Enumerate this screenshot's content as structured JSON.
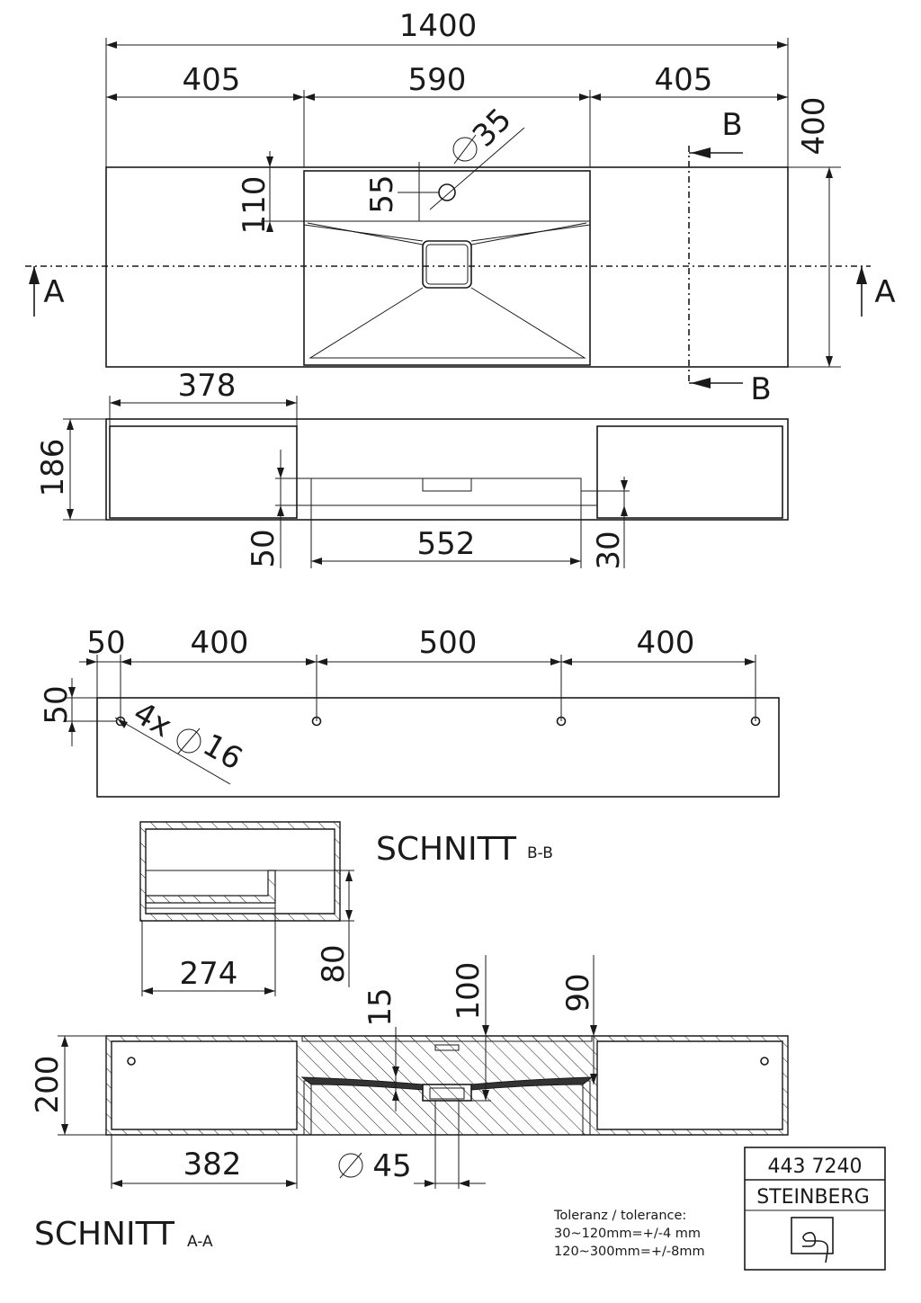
{
  "plan": {
    "total_width": "1400",
    "left_width": "405",
    "basin_width": "590",
    "right_width": "405",
    "depth": "400",
    "tap_hole_dia": "35",
    "tap_hole_offset": "55",
    "basin_offset": "110",
    "section_a": "A",
    "section_b": "B"
  },
  "front": {
    "drawer_width": "378",
    "height": "186",
    "basin_floor": "50",
    "basin_inner_width": "552",
    "right_step": "30"
  },
  "mounting": {
    "edge_x": "50",
    "spacing_1": "400",
    "spacing_2": "500",
    "spacing_3": "400",
    "edge_y": "50",
    "holes": "4x",
    "hole_dia": "16"
  },
  "section_bb": {
    "title": "SCHNITT",
    "suffix": "B-B",
    "inner_width": "274",
    "height": "80"
  },
  "section_aa": {
    "title": "SCHNITT",
    "suffix": "A-A",
    "height": "200",
    "compartment": "382",
    "drain_dia": "45",
    "dim_15": "15",
    "dim_100": "100",
    "dim_90": "90"
  },
  "tolerance": {
    "heading": "Toleranz / tolerance:",
    "line1": "30~120mm=+/-4  mm",
    "line2": "120~300mm=+/-8mm"
  },
  "title_block": {
    "article": "443 7240",
    "brand": "STEINBERG"
  }
}
